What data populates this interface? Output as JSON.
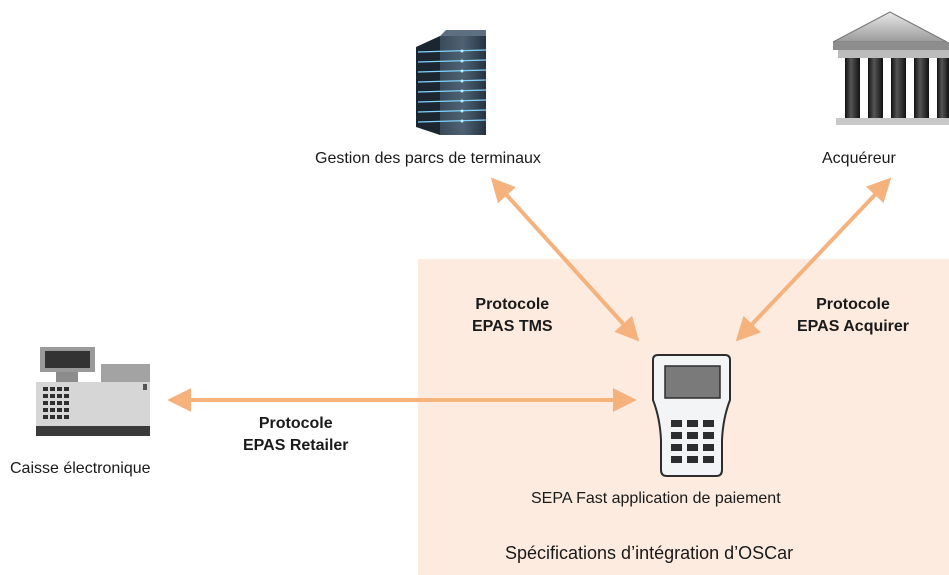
{
  "colors": {
    "highlight_region": "#fcebde",
    "arrow": "#f6b27c",
    "text": "#1a1a1a"
  },
  "nodes": {
    "tms": {
      "icon": "server-icon",
      "label": "Gestion des parcs de terminaux"
    },
    "acquirer": {
      "icon": "bank-icon",
      "label": "Acquéreur"
    },
    "retailer": {
      "icon": "cash-register-icon",
      "label": "Caisse électronique"
    },
    "terminal": {
      "icon": "payment-terminal-icon",
      "label": "SEPA Fast application de paiement"
    }
  },
  "protocols": {
    "tms": {
      "line1": "Protocole",
      "line2": "EPAS TMS"
    },
    "acquirer": {
      "line1": "Protocole",
      "line2": "EPAS Acquirer"
    },
    "retailer": {
      "line1": "Protocole",
      "line2": "EPAS Retailer"
    }
  },
  "region": {
    "title": "Spécifications d’intégration d’OSCar"
  }
}
